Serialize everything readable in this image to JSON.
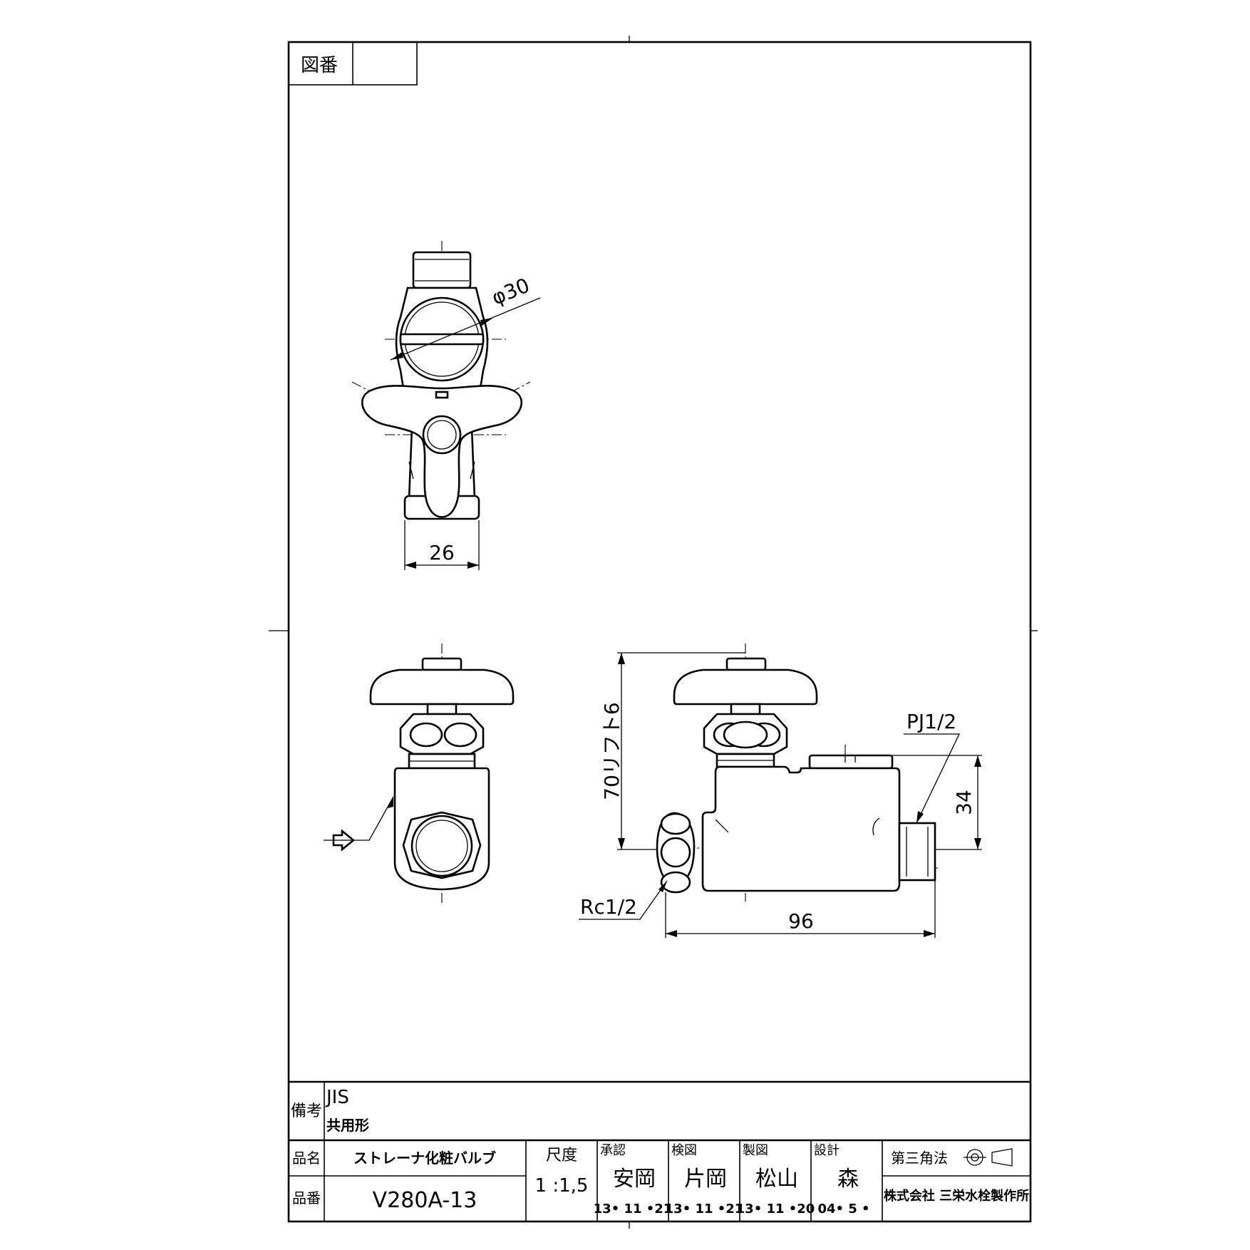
{
  "drawing_number_label": "図番",
  "drawing_number_value": "",
  "dimensions": {
    "diameter": "φ30",
    "width_top": "26",
    "height_lift": "70リフト6",
    "pj": "PJ1/2",
    "height_34": "34",
    "rc": "Rc1/2",
    "length": "96"
  },
  "remarks": {
    "label": "備考",
    "line1": "JIS",
    "line2": "共用形"
  },
  "product": {
    "name_label": "品名",
    "name": "ストレーナ化粧バルブ",
    "number_label": "品番",
    "number": "V280A-13"
  },
  "scale": {
    "label": "尺度",
    "value": "1 :1,5"
  },
  "approvals": [
    {
      "role": "承認",
      "name": "安岡",
      "date": "13• 11 •21"
    },
    {
      "role": "検図",
      "name": "片岡",
      "date": "13• 11 •21"
    },
    {
      "role": "製図",
      "name": "松山",
      "date": "13• 11 •20"
    },
    {
      "role": "設計",
      "name": "森",
      "date": "04• 5 •"
    }
  ],
  "projection": "第三角法",
  "company": "株式会社 三栄水栓製作所"
}
